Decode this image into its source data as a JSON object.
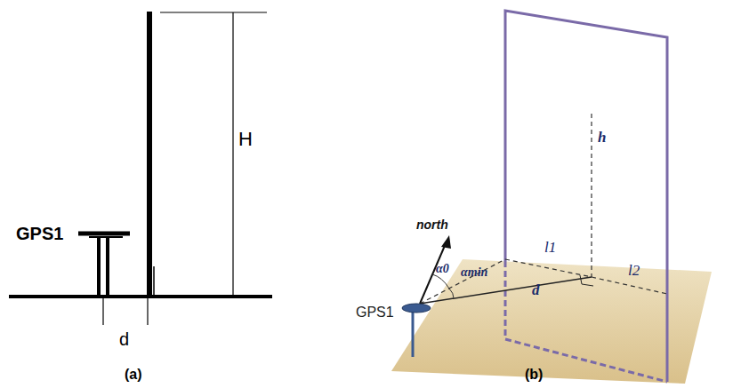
{
  "diagram": {
    "labels": [
      "GPS1",
      "H",
      "d",
      "(a)",
      "north",
      "α0",
      "αmin",
      "d",
      "l1",
      "h",
      "l2",
      "GPS1",
      "(b)"
    ]
  }
}
